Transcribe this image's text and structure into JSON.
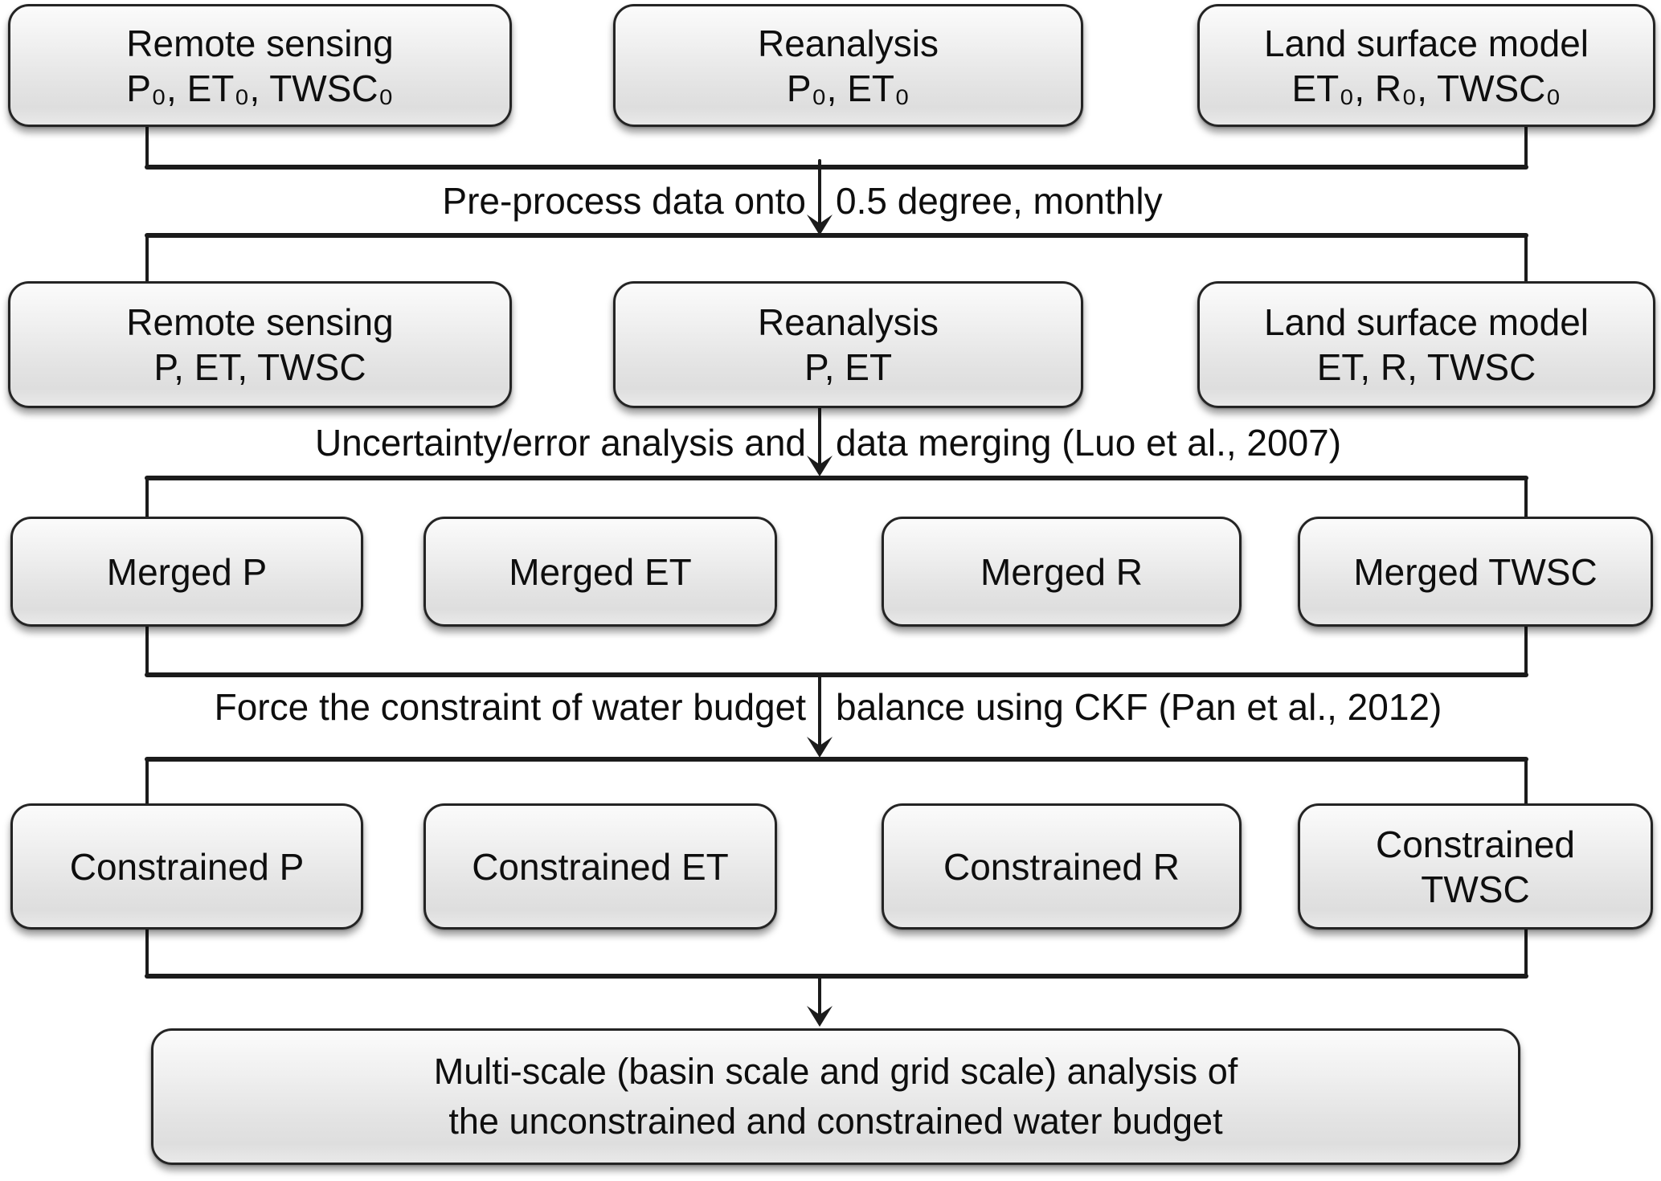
{
  "colors": {
    "line": "#1b1b1b",
    "box_border": "#242424",
    "box_fill_top": "#fbfbfb",
    "box_fill_bottom": "#dedede",
    "text": "#0e0e0e",
    "background": "#ffffff"
  },
  "rows": {
    "sources_raw": {
      "remote_sensing": {
        "line1": "Remote sensing",
        "line2": "P₀, ET₀, TWSC₀"
      },
      "reanalysis": {
        "line1": "Reanalysis",
        "line2": "P₀, ET₀"
      },
      "land_surface_model": {
        "line1": "Land surface model",
        "line2": "ET₀, R₀, TWSC₀"
      }
    },
    "sources_processed": {
      "remote_sensing": {
        "line1": "Remote sensing",
        "line2": "P, ET, TWSC"
      },
      "reanalysis": {
        "line1": "Reanalysis",
        "line2": "P, ET"
      },
      "land_surface_model": {
        "line1": "Land surface model",
        "line2": "ET, R, TWSC"
      }
    },
    "merged": {
      "p": {
        "line1": "Merged P"
      },
      "et": {
        "line1": "Merged ET"
      },
      "r": {
        "line1": "Merged R"
      },
      "twsc": {
        "line1": "Merged TWSC"
      }
    },
    "constrained": {
      "p": {
        "line1": "Constrained P"
      },
      "et": {
        "line1": "Constrained ET"
      },
      "r": {
        "line1": "Constrained R"
      },
      "twsc": {
        "line1": "Constrained",
        "line2": "TWSC"
      }
    }
  },
  "process_labels": {
    "preprocess": {
      "left": "Pre-process data onto",
      "right": "0.5 degree, monthly"
    },
    "merge": {
      "left": "Uncertainty/error analysis and",
      "right": "data merging (Luo et al., 2007)"
    },
    "constrain": {
      "left": "Force the constraint of water budget",
      "right": "balance using CKF (Pan et al., 2012)"
    }
  },
  "final_box": {
    "line1": "Multi-scale (basin scale and grid scale) analysis of",
    "line2": "the unconstrained and constrained water budget"
  }
}
